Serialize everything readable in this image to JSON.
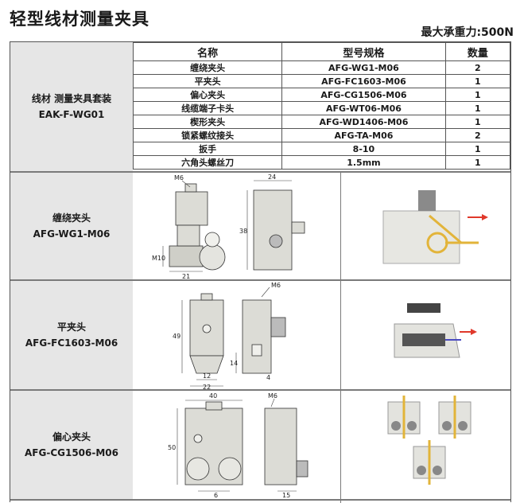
{
  "title": "轻型线材测量夹具",
  "max_load": "最大承重力:500N",
  "kit": {
    "name": "线材 测量夹具套装",
    "code": "EAK-F-WG01"
  },
  "table": {
    "headers": [
      "名称",
      "型号规格",
      "数量"
    ],
    "rows": [
      [
        "缠绕夹头",
        "AFG-WG1-M06",
        "2"
      ],
      [
        "平夹头",
        "AFG-FC1603-M06",
        "1"
      ],
      [
        "偏心夹头",
        "AFG-CG1506-M06",
        "1"
      ],
      [
        "线缆端子卡头",
        "AFG-WT06-M06",
        "1"
      ],
      [
        "楔形夹头",
        "AFG-WD1406-M06",
        "1"
      ],
      [
        "锁紧螺纹接头",
        "AFG-TA-M06",
        "2"
      ],
      [
        "扳手",
        "8-10",
        "1"
      ],
      [
        "六角头螺丝刀",
        "1.5mm",
        "1"
      ]
    ]
  },
  "products": [
    {
      "name": "缠绕夹头",
      "code": "AFG-WG1-M06",
      "dims": {
        "m6": "M6",
        "w": "24",
        "h": "38",
        "m10": "M10",
        "d": "21"
      }
    },
    {
      "name": "平夹头",
      "code": "AFG-FC1603-M06",
      "dims": {
        "m6": "M6",
        "h": "49",
        "a": "12",
        "b": "22",
        "c": "14",
        "d": "4"
      }
    },
    {
      "name": "偏心夹头",
      "code": "AFG-CG1506-M06",
      "dims": {
        "w": "40",
        "m6": "M6",
        "h": "50",
        "a": "6",
        "b": "15"
      }
    }
  ],
  "colors": {
    "label_bg": "#e6e6e6",
    "metal": "#d9d9d2",
    "arrow": "#e0392b",
    "wire": "#e2b43a"
  }
}
